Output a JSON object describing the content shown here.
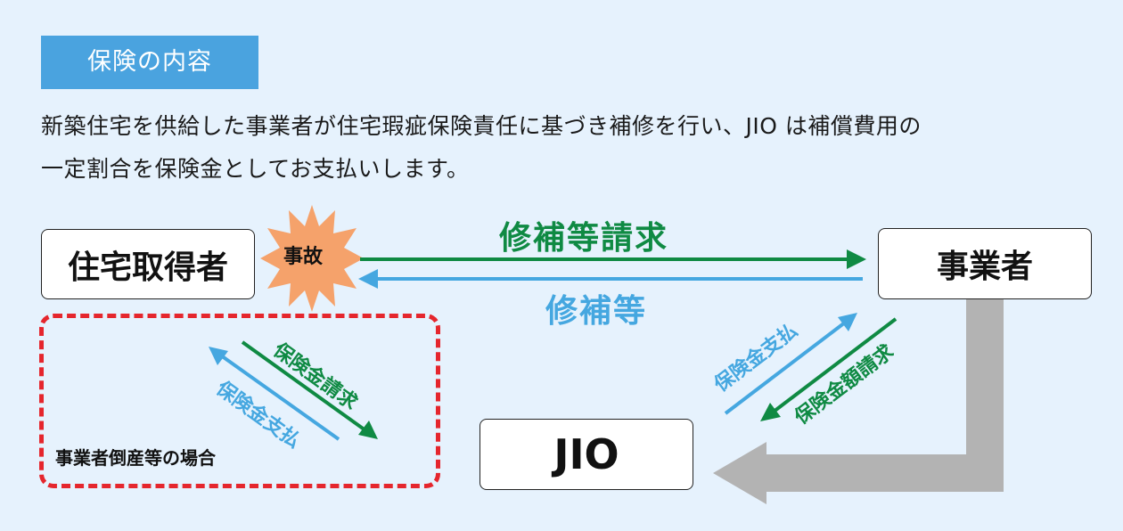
{
  "header": {
    "tag": "保険の内容"
  },
  "description": {
    "line1": "新築住宅を供給した事業者が住宅瑕疵保険責任に基づき補修を行い、JIO は補償費用の",
    "line2": "一定割合を保険金としてお支払いします。"
  },
  "nodes": {
    "owner": "住宅取得者",
    "business": "事業者",
    "jio": "JIO"
  },
  "accident": "事故",
  "arrows": {
    "repair_request": "修補等請求",
    "repair": "修補等",
    "insurance_payment_right": "保険金支払",
    "insurance_amount_request": "保険金額請求",
    "insurance_claim_left": "保険金請求",
    "insurance_payment_left": "保険金支払"
  },
  "bankruptcy_case": "事業者倒産等の場合",
  "colors": {
    "background": "#e6f2fd",
    "tag": "#4aa3df",
    "green": "#0f8a43",
    "blue": "#45a7e0",
    "accident": "#f5a26b",
    "dashed_border": "#e5262d",
    "gray_arrow": "#b3b3b3"
  }
}
